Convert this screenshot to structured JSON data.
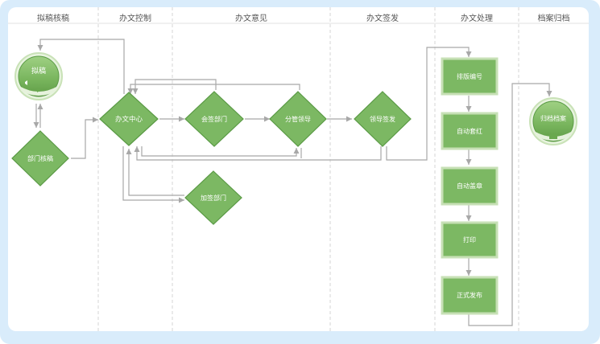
{
  "lanes": [
    {
      "id": "lane-1",
      "title": "拟稿核稿"
    },
    {
      "id": "lane-2",
      "title": "办文控制"
    },
    {
      "id": "lane-3",
      "title": "办文意见"
    },
    {
      "id": "lane-4",
      "title": "办文签发"
    },
    {
      "id": "lane-5",
      "title": "办文处理"
    },
    {
      "id": "lane-6",
      "title": "档案归档"
    }
  ],
  "nodes": {
    "start": {
      "label": "拟稿"
    },
    "dept_review": {
      "label": "部门核稿"
    },
    "office_center": {
      "label": "办文中心"
    },
    "countersign": {
      "label": "会签部门"
    },
    "supervising_leader": {
      "label": "分管领导"
    },
    "leader_sign": {
      "label": "领导签发"
    },
    "add_sign": {
      "label": "加签部门"
    },
    "typeset": {
      "label": "排版编号"
    },
    "auto_redhead": {
      "label": "自动套红"
    },
    "auto_seal": {
      "label": "自动盖章"
    },
    "print": {
      "label": "打印"
    },
    "publish": {
      "label": "正式发布"
    },
    "archive": {
      "label": "归档档案"
    }
  },
  "colors": {
    "node_fill": "#7cb863",
    "node_stroke": "#5a9a45",
    "node_text": "#ffffff",
    "edge": "#a8a8a8",
    "frame": "#d9ecfb",
    "lane_divider": "#d6d6d6"
  }
}
